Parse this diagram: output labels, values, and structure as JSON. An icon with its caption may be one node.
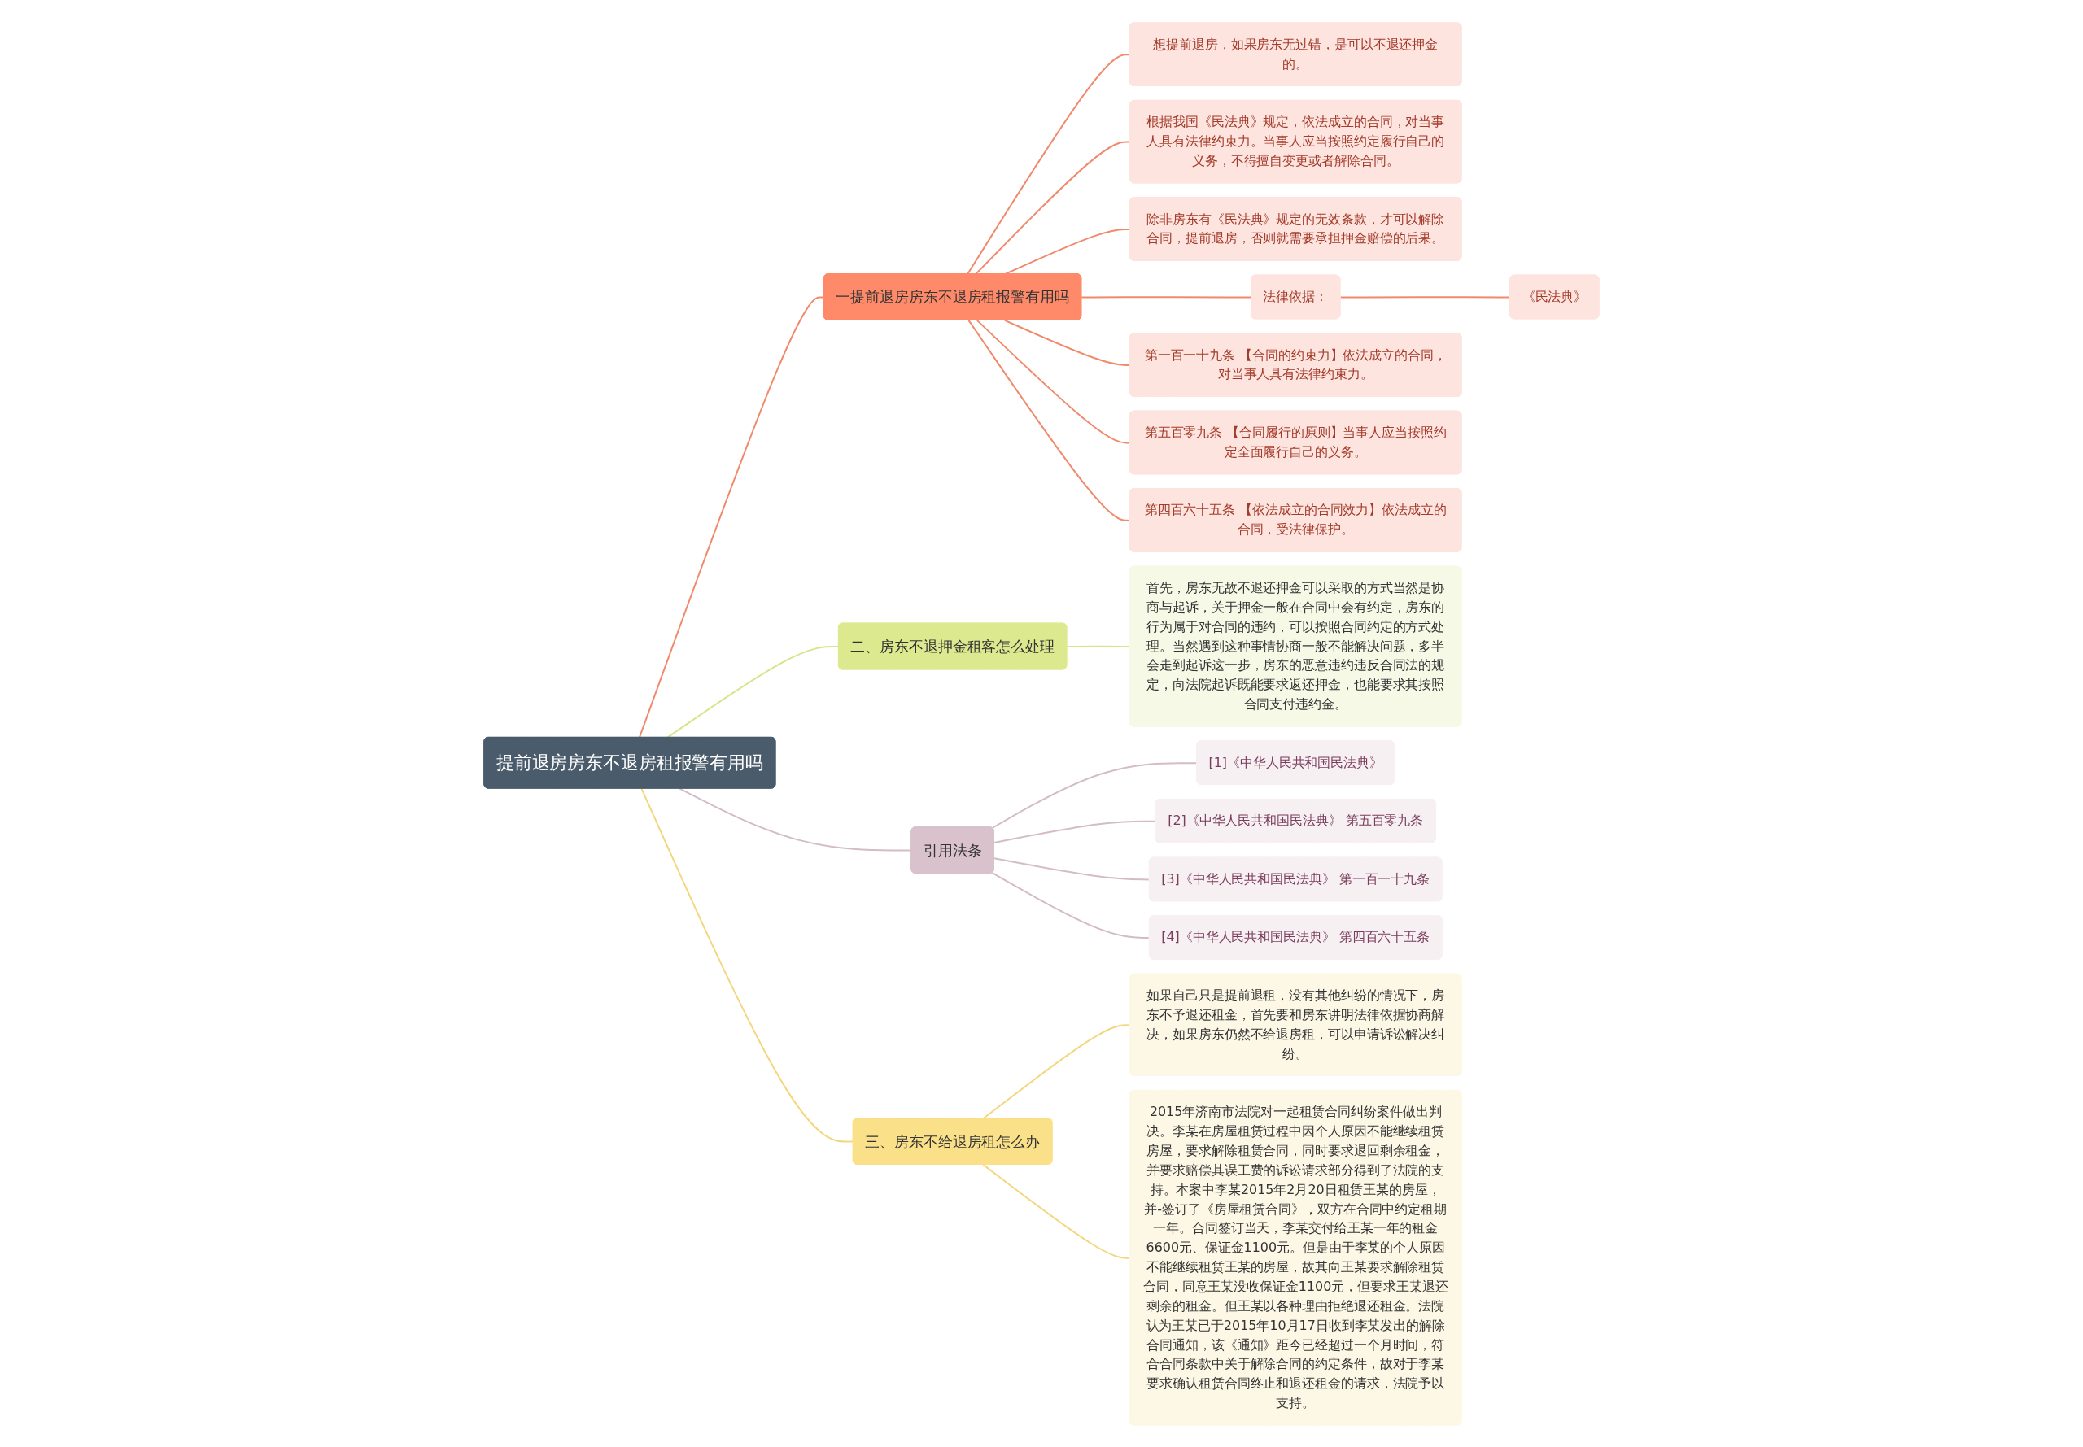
{
  "diagram": {
    "nodes": [
      {
        "text": [
          "提前退房房东不退房租报警有用吗"
        ]
      },
      {
        "text": [
          "一提前退房房东不退房租报警有用吗"
        ]
      },
      {
        "text": [
          "想提前退房，如果房东无过错，是可以不退还押金的。"
        ]
      },
      {
        "text": [
          "根据我国《民法典》规定，依法成立的合同，对当事人具有法律约束力。当事人应当按照约定履行自己的义务，不得擅自变更或者解除合同。"
        ]
      },
      {
        "text": [
          "除非房东有《民法典》规定的无效条款，才可以解除合同，提前退房，否则就需要承担押金赔偿的后果。"
        ]
      },
      {
        "text": [
          "法律依据："
        ]
      },
      {
        "text": [
          "《民法典》"
        ]
      },
      {
        "text": [
          "第一百一十九条 【合同的约束力】依法成立的合同，对当事人具有法律约束力。"
        ]
      },
      {
        "text": [
          "第五百零九条 【合同履行的原则】当事人应当按照约定全面履行自己的义务。"
        ]
      },
      {
        "text": [
          "第四百六十五条 【依法成立的合同效力】依法成立的合同，受法律保护。"
        ]
      },
      {
        "text": [
          "二、房东不退押金租客怎么处理"
        ]
      },
      {
        "text": [
          "首先，房东无故不退还押金可以采取的方式当然是协商与起诉，关于押金一般在合同中会有约定，房东的行为属于对合同的违约，可以按照合同约定的方式处理。当然遇到这种事情协商一般不能解决问题，多半会走到起诉这一步，房东的恶意违约违反合同法的规定，向法院起诉既能要求返还押金，也能要求其按照合同支付违约金。"
        ]
      },
      {
        "text": [
          "引用法条"
        ]
      },
      {
        "text": [
          "[1]《中华人民共和国民法典》"
        ]
      },
      {
        "text": [
          "[2]《中华人民共和国民法典》 第五百零九条"
        ]
      },
      {
        "text": [
          "[3]《中华人民共和国民法典》 第一百一十九条"
        ]
      },
      {
        "text": [
          "[4]《中华人民共和国民法典》 第四百六十五条"
        ]
      },
      {
        "text": [
          "三、房东不给退房租怎么办"
        ]
      },
      {
        "text": [
          "如果自己只是提前退租，没有其他纠纷的情况下，房东不予退还租金，首先要和房东讲明法律依据协商解决，如果房东仍然不给退房租，可以申请诉讼解决纠纷。"
        ]
      },
      {
        "text": [
          "2015年济南市法院对一起租赁合同纠纷案件做出判决。李某在房屋租赁过程中因个人原因不能继续租赁房屋，要求解除租赁合同，同时要求退回剩余租金，并要求赔偿其误工费的诉讼请求部分得到了法院的支持。本案中李某2015年2月20日租赁王某的房屋，并-签订了《房屋租赁合同》，双方在合同中约定租期一年。合同签订当天，李某交付给王某一年的租金6600元、保证金1100元。但是由于李某的个人原因不能继续租赁王某的房屋，故其向王某要求解除租赁合同，同意王某没收保证金1100元，但要求王某退还剩余的租金。但王某以各种理由拒绝退还租金。法院认为王某已于2015年10月17日收到李某发出的解除合同通知，该《通知》距今已经超过一个月时间，符合合同条款中关于解除合同的约定条件，故对于李某要求确认租赁合同终止和退还租金的请求，法院予以支持。"
        ]
      }
    ],
    "edges": [
      {
        "from": 0,
        "to": 1,
        "arrow": "none"
      },
      {
        "from": 1,
        "to": 2,
        "arrow": "none"
      },
      {
        "from": 1,
        "to": 3,
        "arrow": "none"
      },
      {
        "from": 1,
        "to": 4,
        "arrow": "none"
      },
      {
        "from": 1,
        "to": 5,
        "arrow": "none"
      },
      {
        "from": 5,
        "to": 6,
        "arrow": "none"
      },
      {
        "from": 1,
        "to": 7,
        "arrow": "none"
      },
      {
        "from": 1,
        "to": 8,
        "arrow": "none"
      },
      {
        "from": 1,
        "to": 9,
        "arrow": "none"
      },
      {
        "from": 0,
        "to": 10,
        "arrow": "none",
        "color": "#d6e58a"
      },
      {
        "from": 10,
        "to": 11,
        "arrow": "none",
        "color": "#d6e58a"
      },
      {
        "from": 0,
        "to": 12,
        "arrow": "none",
        "color": "#d4bcc6"
      },
      {
        "from": 12,
        "to": 13,
        "arrow": "none",
        "color": "#d4bcc6"
      },
      {
        "from": 12,
        "to": 14,
        "arrow": "none",
        "color": "#d4bcc6"
      },
      {
        "from": 12,
        "to": 15,
        "arrow": "none",
        "color": "#d4bcc6"
      },
      {
        "from": 12,
        "to": 16,
        "arrow": "none",
        "color": "#d4bcc6"
      },
      {
        "from": 0,
        "to": 17,
        "arrow": "none",
        "color": "#f3d77e"
      },
      {
        "from": 17,
        "to": 18,
        "arrow": "none",
        "color": "#f3d77e"
      },
      {
        "from": 17,
        "to": 19,
        "arrow": "none",
        "color": "#f3d77e"
      }
    ]
  }
}
